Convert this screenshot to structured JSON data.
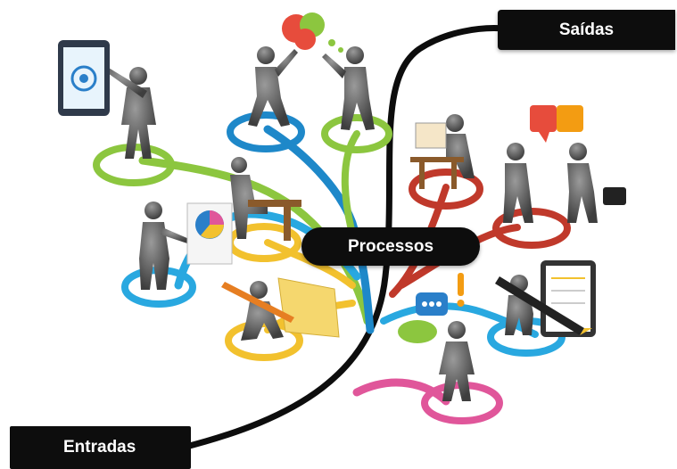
{
  "labels": {
    "outputs": "Saídas",
    "processes": "Processos",
    "inputs": "Entradas"
  },
  "colors": {
    "label_bg": "#0d0d0d",
    "label_text": "#ffffff",
    "branch_green": "#8cc63f",
    "branch_blue": "#1e88c9",
    "branch_yellow": "#f2c12e",
    "branch_red": "#c0392b",
    "branch_pink": "#e0569a",
    "branch_sky": "#29a8e0",
    "figure": "#6b6b6b"
  },
  "icons": [
    "tablet-icon",
    "puzzle-cloud-icon",
    "pie-chart-icon",
    "pencil-note-icon",
    "chat-bubble-icon",
    "exclamation-icon",
    "puzzle-speech-icon",
    "notebook-icon",
    "briefcase-icon",
    "desk-computer-icon"
  ]
}
